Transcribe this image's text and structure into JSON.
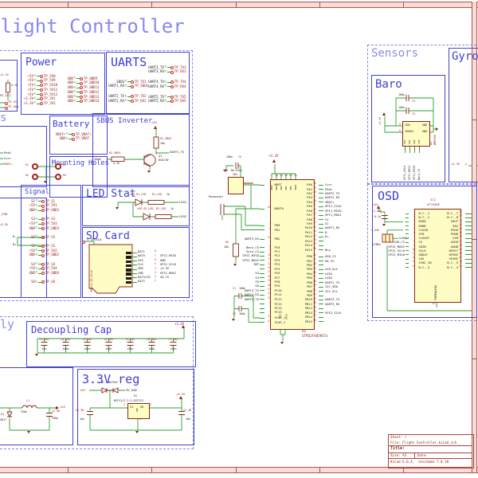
{
  "frame": {
    "numbers": [
      "2",
      "3",
      "4",
      "5",
      "6",
      "7"
    ],
    "title_block": {
      "sheet": "Sheet: /",
      "file": "File: Flight Controller.kicad_sch",
      "title": "Title:",
      "size": "Size: A3",
      "date": "Date:",
      "generator": "KiCad E.D.A.  eeschema 7.0.10"
    }
  },
  "titles": {
    "main": "Flight Controller",
    "sensors": "Sensors",
    "supply_fragment": "ly",
    "left_fragment": "s"
  },
  "power": {
    "title": "Power",
    "left": [
      {
        "n": "+5V",
        "t": "TP_5V8"
      },
      {
        "n": "+5V",
        "t": "TP_5V9"
      },
      {
        "n": "+5V",
        "t": "TP_5V10"
      },
      {
        "n": "+5V",
        "t": "TP_5V11"
      },
      {
        "n": "+5V",
        "t": "TP_5V12"
      },
      {
        "n": "+3.3V",
        "t": "TP_3V1"
      },
      {
        "n": "+3.3V",
        "t": "TP_3V2"
      }
    ],
    "right": [
      {
        "n": "GND",
        "t": "TP_GND9"
      },
      {
        "n": "GND",
        "t": "TP_GND10"
      },
      {
        "n": "GND",
        "t": "TP_GND11"
      },
      {
        "n": "GND",
        "t": "TP_GND12"
      },
      {
        "n": "GND",
        "t": "TP_GND13"
      },
      {
        "n": "GND",
        "t": "TP_GND14"
      }
    ]
  },
  "uarts": {
    "title": "UARTS",
    "col1": [
      {
        "n": "SBUS",
        "t": "TP_TX1"
      },
      {
        "n": "UART1_RX",
        "t": "TP_SBUS"
      },
      {
        "n": "UART2_TX",
        "t": "TP_TX2"
      },
      {
        "n": "UART2_RX",
        "t": "TP_RX2"
      }
    ],
    "col2": [
      {
        "n": "UART3_TX",
        "t": "TP_TX3"
      },
      {
        "n": "UART3_RX",
        "t": "TP_RX3"
      },
      {
        "n": "UART4_TX",
        "t": "TP_TX4"
      },
      {
        "n": "UART4_RX",
        "t": "TP_RX4"
      },
      {
        "n": "UART5_TX",
        "t": "TP_TX5"
      },
      {
        "n": "UART5_RX",
        "t": "TP_RX5"
      }
    ]
  },
  "battery": {
    "title": "Battery",
    "rows": [
      {
        "n": "VBAT+",
        "t": "TP_VBAT+"
      },
      {
        "n": "GND",
        "t": "TP_VBAT-"
      }
    ]
  },
  "sbus_inverter": {
    "title": "SBUS Inverter",
    "v5": "+5V",
    "r1_ref": "R1_SBUS",
    "r1_val": "10k",
    "out": "UART1_TX",
    "in": "SBUS",
    "r2_ref": "R2_SBUS",
    "r2_val": "4,7k",
    "q_ref": "Q1",
    "q_val": "BC817W"
  },
  "mounting": {
    "title": "Mounting Holes",
    "holes": [
      "H1",
      "H3",
      "H2",
      "H4"
    ]
  },
  "signal": {
    "title": "Signal",
    "rows": [
      {
        "n": "S1",
        "t": "TP_S1"
      },
      {
        "n": "+5V",
        "t": "TP_5V1"
      },
      {
        "n": "GND",
        "t": "TP_GND1"
      },
      {
        "n": "S3",
        "t": "TP_S3"
      },
      {
        "n": "+5V",
        "t": "TP_5V3"
      },
      {
        "n": "GND",
        "t": "TP_GND3"
      },
      {
        "n": "S5",
        "t": "TP_S5"
      },
      {
        "n": "S2",
        "t": "TP_S2"
      },
      {
        "n": "+5V",
        "t": "TP_5V2"
      },
      {
        "n": "GND",
        "t": "TP_GND2"
      },
      {
        "n": "S4",
        "t": "TP_S4"
      },
      {
        "n": "+5V",
        "t": "TP_5V4"
      },
      {
        "n": "GND",
        "t": "TP_GND4"
      },
      {
        "n": "S6",
        "t": "TP_S6"
      }
    ]
  },
  "led_stat": {
    "title": "LED Stat",
    "d1": "LED D1_LED",
    "r1": "R1_LED",
    "r1v": "1k",
    "out1": "LED1",
    "d2": "LED D2_LED",
    "r2": "R2_LED",
    "r2v": "1k",
    "out2": "LED2"
  },
  "sd_card": {
    "title": "SD Card",
    "vertical_label": "Micro_SD_Card",
    "shield_num": "9",
    "shield": "SHIELD",
    "pins": [
      {
        "name": "DAT1",
        "num": "8",
        "l": ""
      },
      {
        "name": "DAT0",
        "num": "7",
        "l": "SPI2_MISO"
      },
      {
        "name": "VSS",
        "num": "6",
        "l": "GND"
      },
      {
        "name": "CLK",
        "num": "5",
        "l": "SPI2_SCLK"
      },
      {
        "name": "VDD",
        "num": "4",
        "l": "+3.3V"
      },
      {
        "name": "CMD",
        "num": "3",
        "l": "SPI2_MOSI"
      },
      {
        "name": "DAT3/CD",
        "num": "2",
        "l": "SD_CS"
      },
      {
        "name": "DAT2",
        "num": "1",
        "l": ""
      }
    ]
  },
  "decoupling": {
    "title": "Decoupling Cap",
    "rail": "+3.3V",
    "caps": [
      {
        "ref": "C1_Dec",
        "val": "10u"
      },
      {
        "ref": "C2_Dec",
        "val": "100n"
      },
      {
        "ref": "C3_Dec",
        "val": "100n"
      },
      {
        "ref": "C4_Dec",
        "val": "100n"
      },
      {
        "ref": "C5_Dec",
        "val": "100n"
      },
      {
        "ref": "C6_Dec",
        "val": "100n"
      },
      {
        "ref": "C7_Dec",
        "val": "100n"
      }
    ]
  },
  "reg": {
    "title": "3.3V reg",
    "v5": "+5V",
    "d_ref": "D2",
    "d_val": "BAT54C",
    "usb": "5V_USB",
    "u_ref": "U2",
    "u_val": "MCP1117-3.3,SOT223",
    "vi": "VI",
    "vo": "VO",
    "gnd": "GND",
    "n_in": "3",
    "n_out": "2",
    "n_gnd": "1",
    "c1_ref": "C1_3R",
    "c1_val": "10u",
    "c2_ref": "C2_3R",
    "c2_val": "10u",
    "v33": "+3.3V"
  },
  "supply": {
    "l_ref": "L1",
    "l_val": "330u",
    "v5": "+5V",
    "d_ref": "D1",
    "d_val": "5817",
    "c_ref": "C2_5R",
    "c_val": "330u"
  },
  "frag_left": {
    "rows": [
      "Peal",
      "Curr",
      "VBAT+"
    ],
    "i2c": {
      "v33": "+3.3V",
      "r_val": "5.1k",
      "r_ref": "R5_I2C2",
      "scl": "TP_SCL",
      "sda": "TP_SDA"
    },
    "usb": {
      "l": "_USB",
      "v33": "+3.3V",
      "dm": "D-",
      "dp": "D+"
    }
  },
  "mcu": {
    "ref": "U1",
    "value": "STM32F405RGTx",
    "v33": "+3.3V",
    "c5_val": "100n",
    "c5_ref": "C5",
    "sw1_ref": "SW1",
    "sw1_val": "SW_Push",
    "sw2_ref": "SW2",
    "res": "Resonator",
    "r2_ref": "R2",
    "r2_val": "10k",
    "c1_ref": "C1",
    "c1_val": "100n",
    "c2_ref": "C2",
    "c2_val": "100n",
    "top": [
      {
        "num": "1",
        "name": "VBAT"
      },
      {
        "num": "19",
        "name": "VDD"
      },
      {
        "num": "32",
        "name": "VDD"
      },
      {
        "num": "48",
        "name": "VDD"
      },
      {
        "num": "64",
        "name": "VDD"
      },
      {
        "num": "13",
        "name": "VDDA"
      }
    ],
    "bottom": [
      {
        "num": "18",
        "name": "VSS"
      },
      {
        "num": "12",
        "name": "VSSA"
      }
    ],
    "g1": [
      {
        "l": "",
        "num": "7",
        "name": "NRST"
      }
    ],
    "g2": [
      {
        "l": "",
        "num": "60",
        "name": "BOOT0"
      }
    ],
    "g3": [
      {
        "l": "",
        "num": "5",
        "name": "PH0"
      },
      {
        "l": "",
        "num": "6",
        "name": "PH1"
      }
    ],
    "g4": [
      {
        "l": "UART5_RX",
        "num": "54",
        "name": "PD2"
      }
    ],
    "g5": [
      {
        "l": "Baro_CS",
        "num": "8",
        "name": "PC0"
      },
      {
        "l": "Gyro_CS",
        "num": "9",
        "name": "PC1"
      },
      {
        "l": "SPI2_MISO",
        "num": "10",
        "name": "PC2"
      },
      {
        "l": "SPI2_MOSI",
        "num": "11",
        "name": "PC3"
      },
      {
        "l": "INT",
        "num": "24",
        "name": "PC4"
      },
      {
        "l": "",
        "num": "25",
        "name": "PC5"
      }
    ],
    "g6": [
      {
        "l": "S3",
        "num": "37",
        "name": "PC6"
      },
      {
        "l": "S4",
        "num": "38",
        "name": "PC7"
      },
      {
        "l": "S5",
        "num": "39",
        "name": "PC8"
      },
      {
        "l": "S6",
        "num": "40",
        "name": "PC9"
      },
      {
        "l": "UART4_TX",
        "num": "51",
        "name": "PC10"
      },
      {
        "l": "UART4_RX",
        "num": "52",
        "name": "PC11"
      },
      {
        "l": "UART5_TX",
        "num": "53",
        "name": "PC12"
      }
    ],
    "g7": [
      {
        "l": "",
        "num": "2",
        "name": "PC13"
      },
      {
        "l": "",
        "num": "3",
        "name": "PC14"
      },
      {
        "l": "",
        "num": "4",
        "name": "PC15"
      }
    ],
    "g8": [
      {
        "l": "",
        "num": "31",
        "name": "VCAP_1"
      },
      {
        "l": "",
        "num": "47",
        "name": "VCAP_2"
      }
    ],
    "pa": [
      {
        "name": "PA0",
        "num": "14",
        "l": "Curr"
      },
      {
        "name": "PA1",
        "num": "15",
        "l": "Peal"
      },
      {
        "name": "PA2",
        "num": "16",
        "l": "UART2_TX"
      },
      {
        "name": "PA3",
        "num": "17",
        "l": "UART2_RX"
      },
      {
        "name": "PA4",
        "num": "20",
        "l": "VBAT+"
      },
      {
        "name": "PA5",
        "num": "21",
        "l": "SPI1_SCLK"
      },
      {
        "name": "PA6",
        "num": "22",
        "l": "SPI1_MISO"
      },
      {
        "name": "PA7",
        "num": "23",
        "l": "SPI1_MOSI"
      },
      {
        "name": "PA8",
        "num": "41",
        "l": "S1"
      },
      {
        "name": "PA9",
        "num": "42",
        "l": "S2"
      },
      {
        "name": "PA10",
        "num": "43",
        "l": "UART1_RX"
      },
      {
        "name": "PA11",
        "num": "44",
        "l": "D-"
      },
      {
        "name": "PA12",
        "num": "45",
        "l": "D+"
      },
      {
        "name": "PA13",
        "num": "46",
        "l": ""
      },
      {
        "name": "PA14",
        "num": "49",
        "l": ""
      },
      {
        "name": "PA15",
        "num": "50",
        "l": "Buz"
      }
    ],
    "pb": [
      {
        "name": "PB0",
        "num": "26",
        "l": "OSD_CS"
      },
      {
        "name": "PB1",
        "num": "27",
        "l": "SD_CS"
      },
      {
        "name": "PB2",
        "num": "28",
        "l": ""
      },
      {
        "name": "PB3",
        "num": "55",
        "l": "LED_Out"
      },
      {
        "name": "PB4",
        "num": "56",
        "l": "LED1"
      },
      {
        "name": "PB5",
        "num": "57",
        "l": "LED2"
      },
      {
        "name": "PB6",
        "num": "58",
        "l": "UART1_TX"
      },
      {
        "name": "PB7",
        "num": "59",
        "l": "I2C_SDA"
      },
      {
        "name": "PB8",
        "num": "61",
        "l": "I2C_SCL"
      },
      {
        "name": "PB9",
        "num": "62",
        "l": ""
      },
      {
        "name": "PB10",
        "num": "29",
        "l": "UART3_TX"
      },
      {
        "name": "PB11",
        "num": "30",
        "l": "UART3_RX"
      },
      {
        "name": "PB12",
        "num": "33",
        "l": ""
      },
      {
        "name": "PB13",
        "num": "34",
        "l": "SPI2_SCLK"
      },
      {
        "name": "PB14",
        "num": "35",
        "l": ""
      },
      {
        "name": "PB15",
        "num": "36",
        "l": ""
      }
    ]
  },
  "sensors": {
    "baro": {
      "title": "Baro",
      "ref": "U3",
      "value": "BMP280",
      "v33": "+3.3V",
      "c3_ref": "C3",
      "c3_val": "100n",
      "c4_ref": "C4",
      "c4_val": "100n",
      "left_pins": [
        {
          "num": "8",
          "name": "VDD"
        },
        {
          "num": "6",
          "name": "VDDIO"
        }
      ],
      "right_pins": [
        {
          "num": "2",
          "name": "GND"
        },
        {
          "num": "1",
          "name": "GND"
        }
      ],
      "bottom_names": [
        "SCK",
        "SDI",
        "SDO",
        "CSB"
      ],
      "bottom_nums": [
        "4",
        "3",
        "5",
        "2"
      ],
      "bottom_labels": [
        "SPI1_SCLK",
        "SPI1_MOSI",
        "SPI1_MISO",
        "Baro_CS"
      ]
    },
    "gyro": {
      "title": "Gyro",
      "v33": "+3.3V"
    }
  },
  "osd": {
    "title": "OSD",
    "ref": "IC2",
    "value": "AT7456E",
    "v5": "+5V",
    "c_ref": "C1_OSD",
    "c_val": "0.1u",
    "y_ref": "Y_OSD",
    "y_val": "27MHz",
    "clkout": "CLKOUT",
    "thermal_num": "29",
    "thermal": "THERMALPAD",
    "left": [
      {
        "l": "",
        "num": "1",
        "name": "N.C._1"
      },
      {
        "l": "",
        "num": "2",
        "name": "N.C._2"
      },
      {
        "l": "",
        "num": "3",
        "name": "DVDD"
      },
      {
        "l": "",
        "num": "4",
        "name": "DGND"
      },
      {
        "l": "",
        "num": "5",
        "name": "CLKIN"
      },
      {
        "l": "",
        "num": "6",
        "name": "XFB"
      },
      {
        "l": "",
        "num": "7",
        "name": "CLKOUT"
      },
      {
        "l": "OSD_CS",
        "num": "8",
        "name": "CS"
      },
      {
        "l": "SPI2_MOSI",
        "num": "9",
        "name": "SDIN"
      },
      {
        "l": "SPI2_SCLK",
        "num": "10",
        "name": "SCLK"
      },
      {
        "l": "SPI2_MISO",
        "num": "11",
        "name": "SDOUT"
      },
      {
        "l": "",
        "num": "12",
        "name": "LOS"
      },
      {
        "l": "",
        "num": "13",
        "name": "SYNC_IN"
      },
      {
        "l": "",
        "num": "14",
        "name": "N.C._3"
      }
    ],
    "right": [
      {
        "name": "N.C._7",
        "num": "28"
      },
      {
        "name": "N.C._8",
        "num": "27"
      },
      {
        "name": "VOUT",
        "num": "26"
      },
      {
        "name": "SAG",
        "num": "25"
      },
      {
        "name": "PVDD",
        "num": "24"
      },
      {
        "name": "PGND",
        "num": "23"
      },
      {
        "name": "VIN",
        "num": "22"
      },
      {
        "name": "AVDD",
        "num": "21"
      },
      {
        "name": "AGND",
        "num": "20"
      },
      {
        "name": "RESET",
        "num": "19"
      },
      {
        "name": "HSYNC",
        "num": "18"
      },
      {
        "name": "VSYNC",
        "num": "17"
      },
      {
        "name": "N.C._5",
        "num": "16"
      },
      {
        "name": "N.C._4",
        "num": "15"
      }
    ]
  }
}
